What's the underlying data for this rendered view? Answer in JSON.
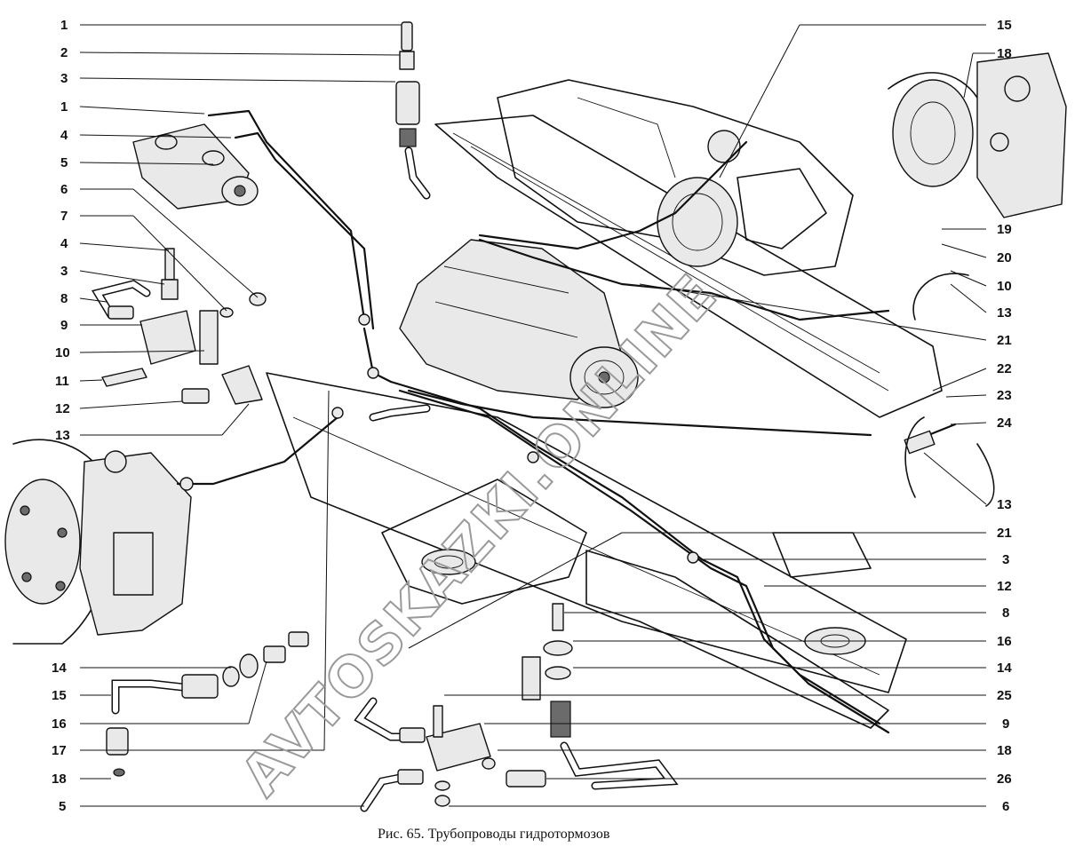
{
  "caption": "Рис. 65. Трубопроводы гидротормозов",
  "watermark": "AVTOSKAZKI.ONLINE",
  "callouts_left": [
    "1",
    "2",
    "3",
    "1",
    "4",
    "5",
    "6",
    "7",
    "4",
    "3",
    "8",
    "9",
    "10",
    "11",
    "12",
    "13"
  ],
  "callouts_lower_left": [
    "14",
    "15",
    "16",
    "17",
    "18",
    "5"
  ],
  "callouts_right": [
    "15",
    "18",
    "19",
    "20",
    "10",
    "13",
    "21",
    "22",
    "23",
    "24",
    "13",
    "21",
    "3",
    "12",
    "8",
    "16",
    "14",
    "25",
    "9",
    "18",
    "26",
    "6"
  ]
}
